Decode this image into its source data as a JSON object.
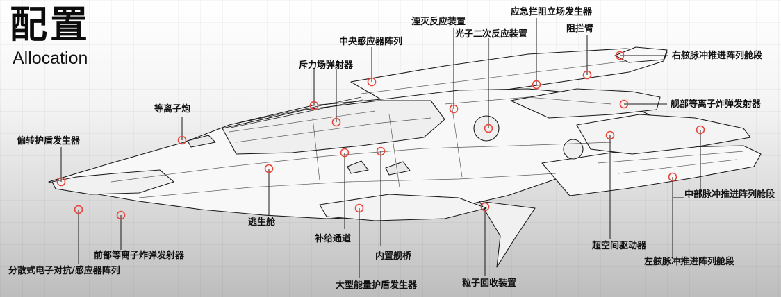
{
  "header": {
    "title_zh": "配置",
    "title_en": "Allocation"
  },
  "labels": [
    {
      "id": "antimatter",
      "text": "湮灭反应装置"
    },
    {
      "id": "emergency-field",
      "text": "应急拦阻立场发生器"
    },
    {
      "id": "photon-reactor",
      "text": "光子二次反应装置"
    },
    {
      "id": "arrest-arm",
      "text": "阻拦臂"
    },
    {
      "id": "central-sensor",
      "text": "中央感应器阵列"
    },
    {
      "id": "right-pod",
      "text": "右舷脉冲推进阵列舱段"
    },
    {
      "id": "repulsor",
      "text": "斥力场弹射器"
    },
    {
      "id": "ventral-launcher",
      "text": "舰部等离子炸弹发射器"
    },
    {
      "id": "plasma-cannon",
      "text": "等离子炮"
    },
    {
      "id": "deflector",
      "text": "偏转护盾发生器"
    },
    {
      "id": "center-pod",
      "text": "中部脉冲推进阵列舱段"
    },
    {
      "id": "escape-pod",
      "text": "逃生舱"
    },
    {
      "id": "supply-passage",
      "text": "补给通道"
    },
    {
      "id": "front-launcher",
      "text": "前部等离子炸弹发射器"
    },
    {
      "id": "inner-bridge",
      "text": "内置舰桥"
    },
    {
      "id": "hyperspace-drive",
      "text": "超空间驱动器"
    },
    {
      "id": "ecm-array",
      "text": "分散式电子对抗/感应器阵列"
    },
    {
      "id": "left-pod",
      "text": "左舷脉冲推进阵列舱段"
    },
    {
      "id": "shield-generator",
      "text": "大型能量护盾发生器"
    },
    {
      "id": "particle-recovery",
      "text": "粒子回收装置"
    }
  ],
  "colors": {
    "marker": "#e8453c",
    "line": "#1a1a1a",
    "hull": "#f7f7f7"
  }
}
